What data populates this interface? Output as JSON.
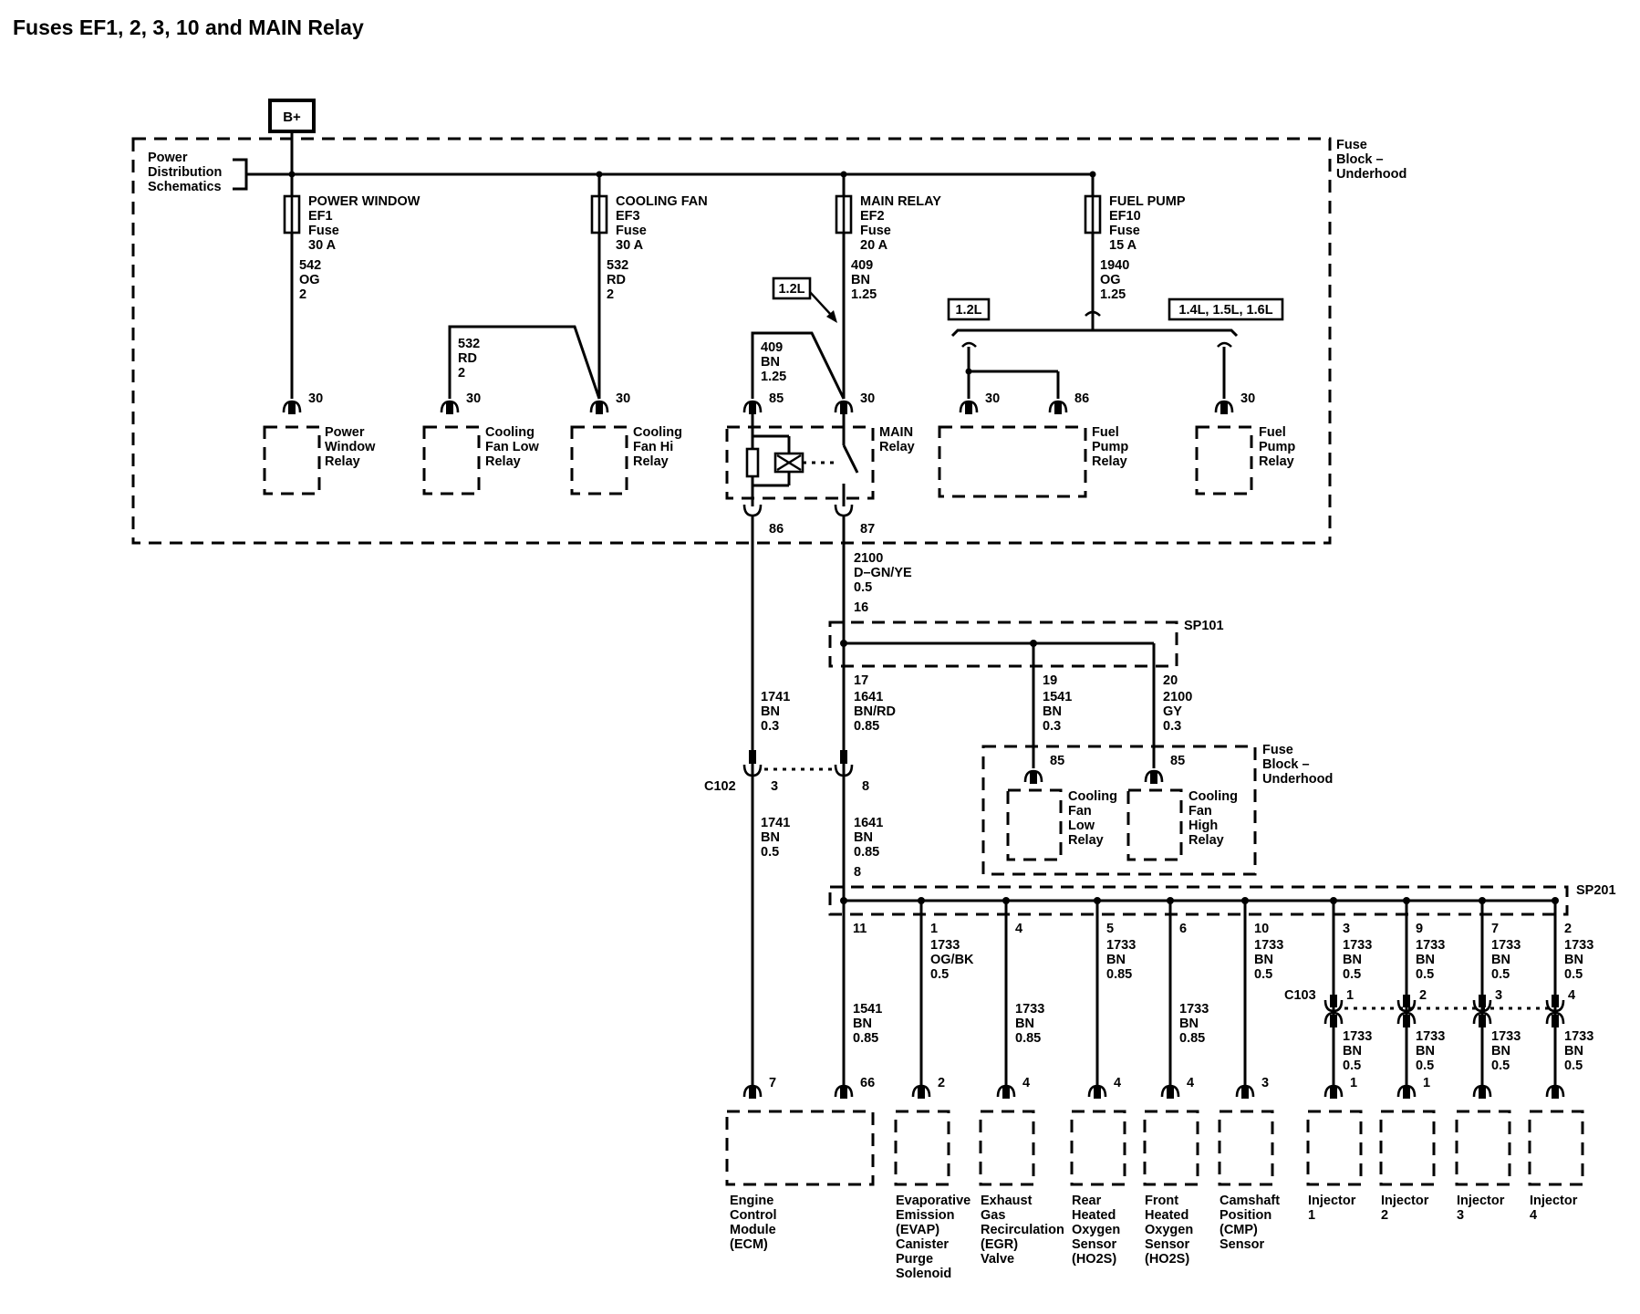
{
  "title": "Fuses EF1, 2, 3, 10 and MAIN Relay",
  "battery_label": "B+",
  "power_dist": [
    "Power",
    "Distribution",
    "Schematics"
  ],
  "fuse_block_label": [
    "Fuse",
    "Block –",
    "Underhood"
  ],
  "fuse_block_label_2": [
    "Fuse",
    "Block –",
    "Underhood"
  ],
  "fuses": [
    {
      "id": "ef1",
      "lines": [
        "POWER WINDOW",
        "EF1",
        "Fuse",
        "30 A"
      ],
      "wire": [
        "542",
        "OG",
        "2"
      ]
    },
    {
      "id": "ef3",
      "lines": [
        "COOLING FAN",
        "EF3",
        "Fuse",
        "30 A"
      ],
      "wire": [
        "532",
        "RD",
        "2"
      ]
    },
    {
      "id": "ef2",
      "lines": [
        "MAIN RELAY",
        "EF2",
        "Fuse",
        "20 A"
      ],
      "wire": [
        "409",
        "BN",
        "1.25"
      ]
    },
    {
      "id": "ef10",
      "lines": [
        "FUEL PUMP",
        "EF10",
        "Fuse",
        "15 A"
      ],
      "wire": [
        "1940",
        "OG",
        "1.25"
      ]
    }
  ],
  "engine_options": {
    "left": "1.2L",
    "mid": "1.2L",
    "right": "1.4L, 1.5L, 1.6L"
  },
  "wire_532_branch": [
    "532",
    "RD",
    "2"
  ],
  "wire_409_branch": [
    "409",
    "BN",
    "1.25"
  ],
  "pins": {
    "pw30": "30",
    "cfl30": "30",
    "cfh30": "30",
    "main85": "85",
    "main30": "30",
    "fp30": "30",
    "fp86": "86",
    "fp2_30": "30",
    "main86": "86",
    "main87": "87",
    "sp101_16": "16",
    "sp101_17": "17",
    "sp101_19": "19",
    "sp101_20": "20",
    "cf_low85": "85",
    "cf_high85": "85",
    "c102_3": "3",
    "c102_8": "8",
    "sp201_8": "8",
    "ecm7": "7",
    "ecm66": "66"
  },
  "relays": {
    "pw": [
      "Power",
      "Window",
      "Relay"
    ],
    "cfl": [
      "Cooling",
      "Fan Low",
      "Relay"
    ],
    "cfh": [
      "Cooling",
      "Fan Hi",
      "Relay"
    ],
    "main": [
      "MAIN",
      "Relay"
    ],
    "fp1": [
      "Fuel",
      "Pump",
      "Relay"
    ],
    "fp2": [
      "Fuel",
      "Pump",
      "Relay"
    ],
    "cf_low": [
      "Cooling",
      "Fan",
      "Low",
      "Relay"
    ],
    "cf_high": [
      "Cooling",
      "Fan",
      "High",
      "Relay"
    ]
  },
  "wires": {
    "w2100": [
      "2100",
      "D–GN/YE",
      "0.5"
    ],
    "w1741a": [
      "1741",
      "BN",
      "0.3"
    ],
    "w1641a": [
      "1641",
      "BN/RD",
      "0.85"
    ],
    "w1541a": [
      "1541",
      "BN",
      "0.3"
    ],
    "w2100gy": [
      "2100",
      "GY",
      "0.3"
    ],
    "w1741b": [
      "1741",
      "BN",
      "0.5"
    ],
    "w1641b": [
      "1641",
      "BN",
      "0.85"
    ],
    "w1541b": [
      "1541",
      "BN",
      "0.85"
    ]
  },
  "splices": {
    "sp101": "SP101",
    "sp201": "SP201"
  },
  "connectors": {
    "c102": "C102",
    "c103": "C103"
  },
  "sp201_branches": [
    {
      "pin": "11"
    },
    {
      "pin": "1",
      "wire": [
        "1733",
        "OG/BK",
        "0.5"
      ]
    },
    {
      "pin": "4",
      "wire2": [
        "1733",
        "BN",
        "0.85"
      ]
    },
    {
      "pin": "5",
      "wire": [
        "1733",
        "BN",
        "0.85"
      ]
    },
    {
      "pin": "6",
      "wire2": [
        "1733",
        "BN",
        "0.85"
      ]
    },
    {
      "pin": "10",
      "wire": [
        "1733",
        "BN",
        "0.5"
      ]
    },
    {
      "pin": "3",
      "wire": [
        "1733",
        "BN",
        "0.5"
      ],
      "c103": "1",
      "wire2": [
        "1733",
        "BN",
        "0.5"
      ]
    },
    {
      "pin": "9",
      "wire": [
        "1733",
        "BN",
        "0.5"
      ],
      "c103": "2",
      "wire2": [
        "1733",
        "BN",
        "0.5"
      ]
    },
    {
      "pin": "7",
      "wire": [
        "1733",
        "BN",
        "0.5"
      ],
      "c103": "3",
      "wire2": [
        "1733",
        "BN",
        "0.5"
      ]
    },
    {
      "pin": "2",
      "wire": [
        "1733",
        "BN",
        "0.5"
      ],
      "c103": "4",
      "wire2": [
        "1733",
        "BN",
        "0.5"
      ]
    }
  ],
  "components": [
    {
      "pin": "",
      "name": [
        "Engine",
        "Control",
        "Module",
        "(ECM)"
      ]
    },
    {
      "pin": "2",
      "name": [
        "Evaporative",
        "Emission",
        "(EVAP)",
        "Canister",
        "Purge",
        "Solenoid"
      ]
    },
    {
      "pin": "4",
      "name": [
        "Exhaust",
        "Gas",
        "Recirculation",
        "(EGR)",
        "Valve"
      ]
    },
    {
      "pin": "4",
      "name": [
        "Rear",
        "Heated",
        "Oxygen",
        "Sensor",
        "(HO2S)"
      ]
    },
    {
      "pin": "4",
      "name": [
        "Front",
        "Heated",
        "Oxygen",
        "Sensor",
        "(HO2S)"
      ]
    },
    {
      "pin": "3",
      "name": [
        "Camshaft",
        "Position",
        "(CMP)",
        "Sensor"
      ]
    },
    {
      "pin": "1",
      "name": [
        "Injector",
        "1"
      ]
    },
    {
      "pin": "1",
      "name": [
        "Injector",
        "2"
      ]
    },
    {
      "pin": "",
      "name": [
        "Injector",
        "3"
      ]
    },
    {
      "pin": "",
      "name": [
        "Injector",
        "4"
      ]
    }
  ]
}
